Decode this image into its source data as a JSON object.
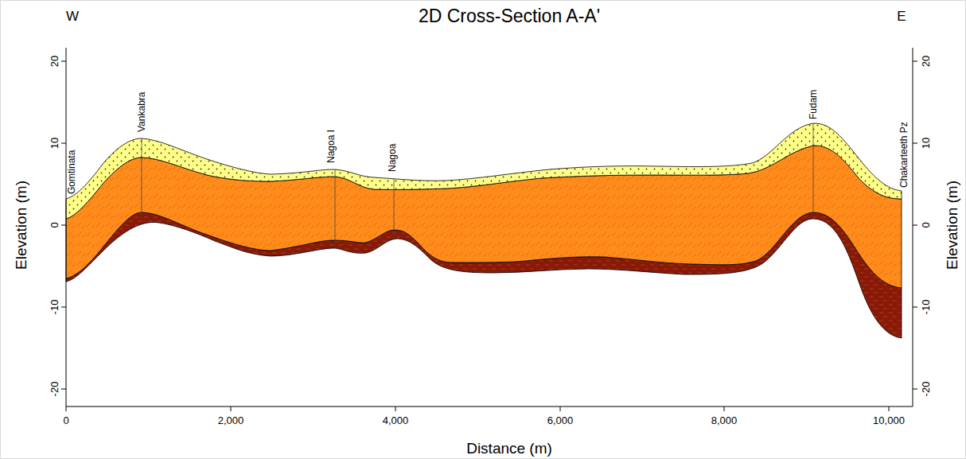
{
  "diagram": {
    "title": "2D Cross-Section A-A'",
    "labels": [
      "W",
      "E",
      "Gomtinata",
      "Vankabra",
      "Nagoa I",
      "Nagoa",
      "Fudam",
      "Chakarteeth Pz",
      "20",
      "10",
      "0",
      "-10",
      "-20",
      "20",
      "10",
      "0",
      "-10",
      "-20",
      "Elevation (m)",
      "Elevation (m)",
      "0",
      "2,000",
      "4,000",
      "6,000",
      "8,000",
      "10,000",
      "Distance (m)"
    ]
  }
}
